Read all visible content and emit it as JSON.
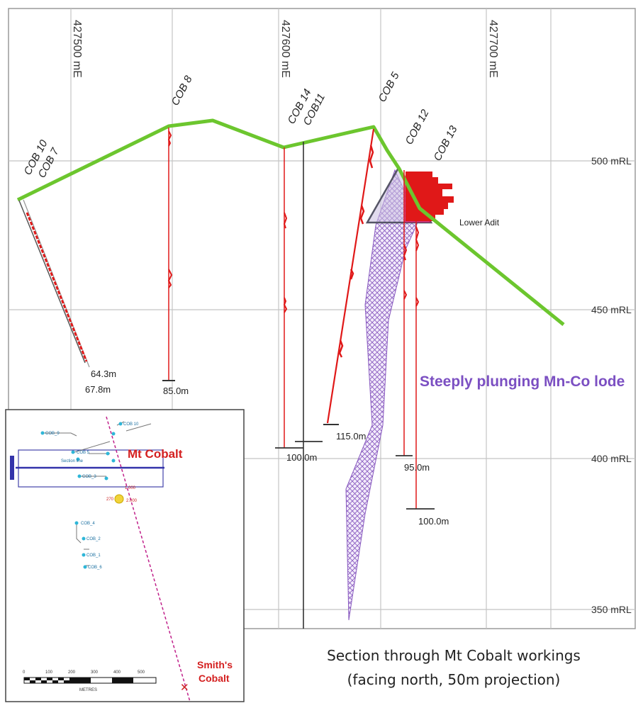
{
  "section": {
    "easting_labels": [
      "427500 mE",
      "427600 mE",
      "427700 mE"
    ],
    "rl_labels": [
      "500 mRL",
      "450 mRL",
      "400 mRL",
      "350 mRL"
    ],
    "holes": {
      "cob10": "COB 10",
      "cob7": "COB 7",
      "cob8": "COB 8",
      "cob14": "COB 14",
      "cob11": "COB11",
      "cob5": "COB 5",
      "cob12": "COB 12",
      "cob13": "COB 13"
    },
    "depths": {
      "cob10": "64.3m",
      "cob7": "67.8m",
      "cob8": "85.0m",
      "cob14": "100.0m",
      "cob5": "115.0m",
      "cob12": "95.0m",
      "cob13": "100.0m"
    },
    "lower_adit_label": "Lower Adit",
    "lode_label": "Steeply plunging Mn-Co lode",
    "colors": {
      "surface": "#6cc62e",
      "assay": "#e01818",
      "lode": "#8a5cc0",
      "grid": "#bdbdbd",
      "inset_line": "#3333aa"
    }
  },
  "inset": {
    "mt_cobalt_label": "Mt Cobalt",
    "smiths_cobalt_label": "Smith's\nCobalt",
    "scale_ticks": [
      "0",
      "100",
      "200",
      "300",
      "400",
      "500"
    ],
    "scale_unit": "METRES"
  },
  "caption": {
    "line1": "Section through Mt Cobalt workings",
    "line2": "(facing north, 50m projection)"
  }
}
